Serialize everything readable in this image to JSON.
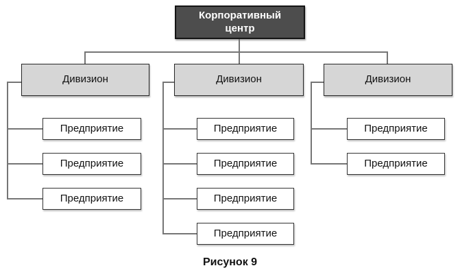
{
  "colors": {
    "background": "#ffffff",
    "root_fill": "#4d4d4d",
    "root_text": "#ffffff",
    "root_border": "#141414",
    "division_fill": "#d6d6d6",
    "division_border": "#262626",
    "enterprise_fill": "#ffffff",
    "enterprise_border": "#333333",
    "connector": "#757575",
    "text": "#111111"
  },
  "diagram": {
    "type": "org-chart",
    "root": {
      "label": "Корпоративный центр"
    },
    "divisions": [
      {
        "label": "Дивизион",
        "enterprises": [
          {
            "label": "Предприятие"
          },
          {
            "label": "Предприятие"
          },
          {
            "label": "Предприятие"
          }
        ]
      },
      {
        "label": "Дивизион",
        "enterprises": [
          {
            "label": "Предприятие"
          },
          {
            "label": "Предприятие"
          },
          {
            "label": "Предприятие"
          },
          {
            "label": "Предприятие"
          }
        ]
      },
      {
        "label": "Дивизион",
        "enterprises": [
          {
            "label": "Предприятие"
          },
          {
            "label": "Предприятие"
          }
        ]
      }
    ],
    "caption": "Рисунок 9"
  }
}
